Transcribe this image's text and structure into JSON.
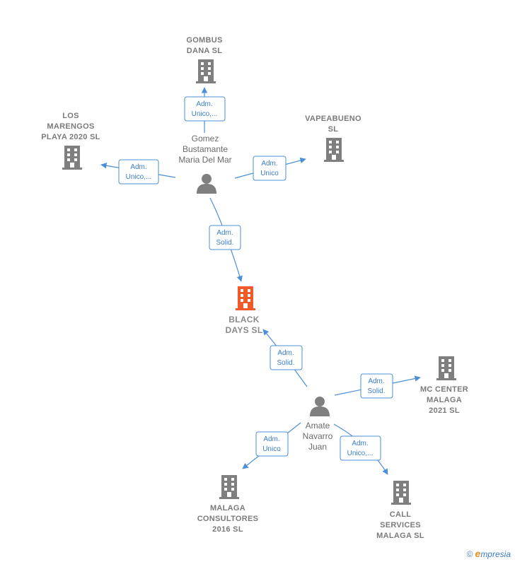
{
  "nodes": {
    "gombus": {
      "lines": [
        "GOMBUS",
        "DANA  SL"
      ]
    },
    "los_marengos": {
      "lines": [
        "LOS",
        "MARENGOS",
        "PLAYA 2020  SL"
      ]
    },
    "vapeabueno": {
      "lines": [
        "VAPEABUENO",
        "SL"
      ]
    },
    "black_days": {
      "lines": [
        "BLACK",
        "DAYS  SL"
      ]
    },
    "mc_center": {
      "lines": [
        "MC CENTER",
        "MALAGA",
        "2021  SL"
      ]
    },
    "malaga_consultores": {
      "lines": [
        "MALAGA",
        "CONSULTORES",
        "2016  SL"
      ]
    },
    "call_services": {
      "lines": [
        "CALL",
        "SERVICES",
        "MALAGA  SL"
      ]
    }
  },
  "persons": {
    "gomez": {
      "lines": [
        "Gomez",
        "Bustamante",
        "Maria Del Mar"
      ]
    },
    "amate": {
      "lines": [
        "Amate",
        "Navarro",
        "Juan"
      ]
    }
  },
  "relations": {
    "r_gombus": [
      "Adm.",
      "Unico,..."
    ],
    "r_marengos": [
      "Adm.",
      "Unico,..."
    ],
    "r_vapeabueno": [
      "Adm.",
      "Unico"
    ],
    "r_gomez_black": [
      "Adm.",
      "Solid."
    ],
    "r_amate_black": [
      "Adm.",
      "Solid."
    ],
    "r_mc_center": [
      "Adm.",
      "Solid."
    ],
    "r_consultores": [
      "Adm.",
      "Unico"
    ],
    "r_call": [
      "Adm.",
      "Unico,..."
    ]
  },
  "colors": {
    "company": "#7f7f7f",
    "company_highlight": "#f05a28",
    "person": "#7f7f7f",
    "edge": "#4a8fd8"
  },
  "footer": {
    "copyright": "©",
    "brand_initial": "e",
    "brand_rest": "mpresia"
  }
}
